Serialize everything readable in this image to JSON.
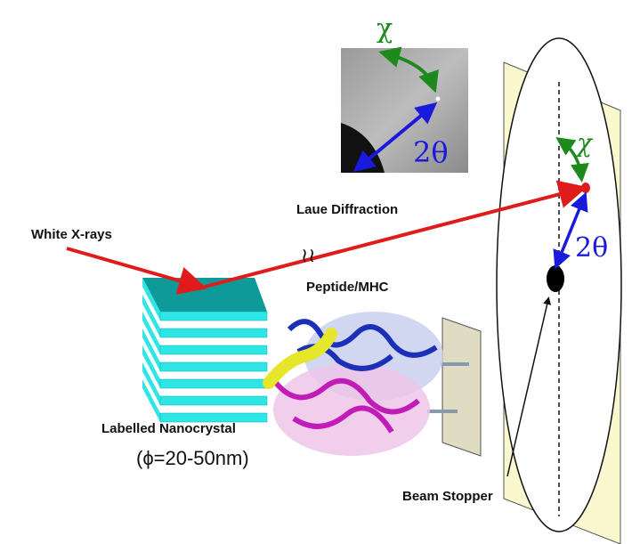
{
  "labels": {
    "white_xrays": "White X-rays",
    "laue_diffraction": "Laue Diffraction",
    "peptide_mhc": "Peptide/MHC",
    "labelled_nanocrystal": "Labelled Nanocrystal",
    "size": "(ϕ=20-50nm)",
    "beam_stopper": "Beam Stopper"
  },
  "symbols": {
    "chi": "χ",
    "two_theta": "2θ",
    "break": "≀≀"
  },
  "colors": {
    "beam": "#e01b1b",
    "chi_arrow": "#1e8a1e",
    "two_theta_arrow": "#1a1adc",
    "detector_plane": "#fbf7cf",
    "crystal_top": "#0f9a9a",
    "crystal_layer": "#2fe6e6",
    "mask_plane": "#e0dcc4",
    "mhc_blue": "#1c2fb8",
    "mhc_magenta": "#c21cb8",
    "peptide": "#e6e62a"
  },
  "nanocrystal": {
    "layers": 7
  }
}
